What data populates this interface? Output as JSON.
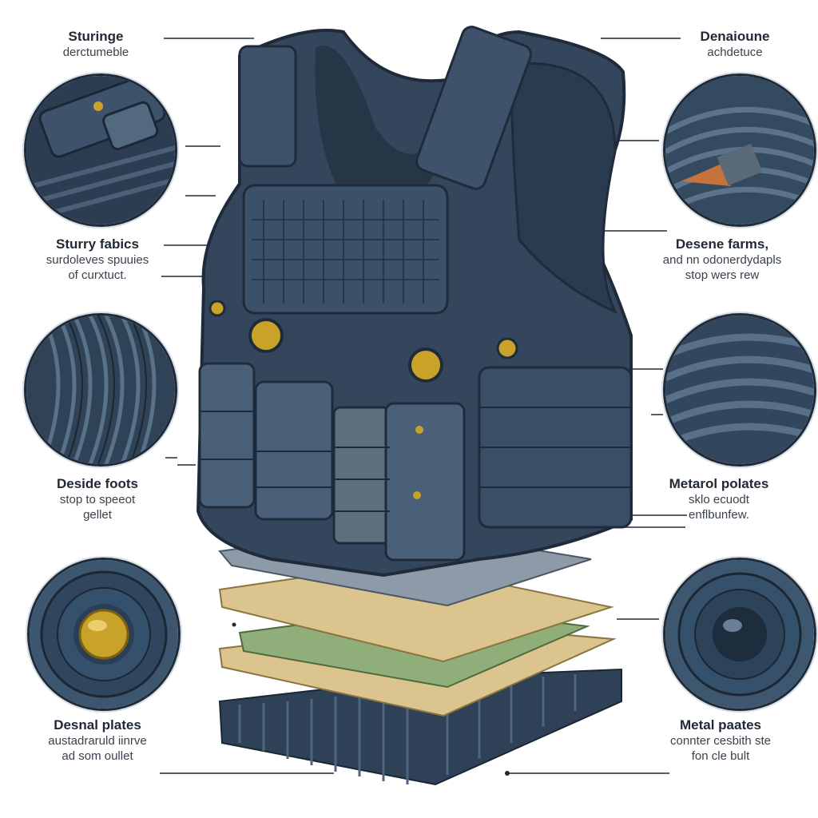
{
  "labels": {
    "top_left": {
      "title": "Sturinge",
      "lines": [
        "derctumeble"
      ]
    },
    "mid_left": {
      "title": "Sturry fabics",
      "lines": [
        "surdoleves spuuies",
        "of curxtuct."
      ]
    },
    "low_left": {
      "title": "Deside foots",
      "lines": [
        "stop to speeot",
        "gellet"
      ]
    },
    "bottom_left": {
      "title": "Desnal plates",
      "lines": [
        "austadraruld iinrve",
        "ad som oullet"
      ]
    },
    "top_right": {
      "title": "Denaioune",
      "lines": [
        "achdetuce"
      ]
    },
    "mid_right": {
      "title": "Desene farms,",
      "lines": [
        "and nn odonerdydapls",
        "stop  wers rew"
      ]
    },
    "low_right": {
      "title": "Metarol polates",
      "lines": [
        "sklo ecuodt",
        "enflbunfew."
      ]
    },
    "bottom_right": {
      "title": "Metal paates",
      "lines": [
        "connter cesbith ste",
        "fon cle bult"
      ]
    }
  },
  "colors": {
    "vest": "#34465c",
    "vest_dark": "#1f2b3a",
    "vest_light": "#4d6580",
    "brass": "#c9a22a",
    "kevlar": "#dcc48e",
    "ceramic": "#8fae7a",
    "bullet_copper": "#c5723c"
  },
  "icons": [
    "fabric-detail-icon",
    "weave-detail-icon",
    "button-detail-icon",
    "bullet-detail-icon",
    "plate-detail-icon",
    "dome-detail-icon"
  ]
}
